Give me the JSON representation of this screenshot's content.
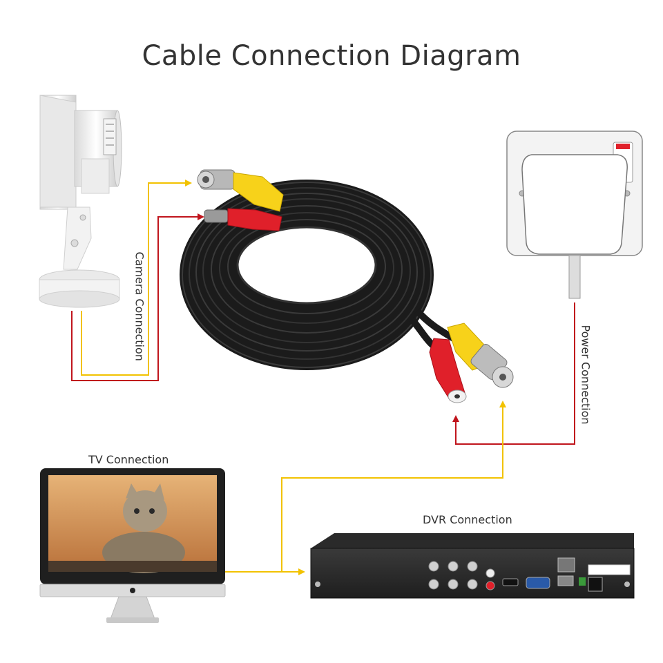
{
  "title": "Cable Connection Diagram",
  "labels": {
    "camera_connection": "Camera Connection",
    "power_connection": "Power Connection",
    "tv_connection": "TV Connection",
    "dvr_connection": "DVR Connection"
  },
  "colors": {
    "video_line": "#f2c200",
    "power_line": "#c0141c",
    "cable": "#1b1b1b",
    "bnc_plug": "#f7d21a",
    "dc_plug": "#e0202a"
  },
  "icons": {
    "camera": "cctv-bullet-camera-icon",
    "cable": "bnc-power-cable-coil",
    "power_adapter": "wall-power-adapter",
    "monitor": "tv-monitor",
    "dvr": "dvr-recorder"
  }
}
